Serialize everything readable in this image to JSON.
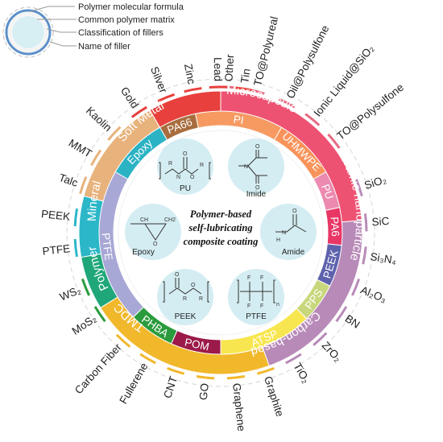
{
  "legend": {
    "items": [
      "Polymer molecular formula",
      "Common polymer matrix",
      "Classification of fillers",
      "Name of filler"
    ]
  },
  "center": {
    "title_line1": "Polymer-based",
    "title_line2": "self-lubricating",
    "title_line3": "composite coating"
  },
  "formulas": [
    {
      "name": "PU"
    },
    {
      "name": "Imide"
    },
    {
      "name": "Epoxy"
    },
    {
      "name": "Amide"
    },
    {
      "name": "PEEK"
    },
    {
      "name": "PTFE"
    }
  ],
  "atoms": {
    "carbon": "C",
    "nitrogen": "N",
    "oxygen": "O",
    "hydrogen": "H",
    "fluorine": "F",
    "r_group": "R",
    "h_bond": "H",
    "ch2": "CH2",
    "ch": "CH",
    "n_sub": "n"
  },
  "categories": [
    {
      "name": "Microcapsule",
      "color": "#ee5273"
    },
    {
      "name": "Ceramic nanoparticle",
      "color": "#b88ab8"
    },
    {
      "name": "Carbon-based",
      "color": "#f1b82c"
    },
    {
      "name": "TMDC",
      "color": "#1fa77a"
    },
    {
      "name": "Polymer",
      "color": "#2bb7c8"
    },
    {
      "name": "Mineral",
      "color": "#e8b27c"
    },
    {
      "name": "Soft Metal",
      "color": "#e8403c"
    }
  ],
  "matrices": [
    {
      "name": "UHMWPE",
      "color": "#f8935a"
    },
    {
      "name": "PU",
      "color": "#ec8ab0"
    },
    {
      "name": "PA6",
      "color": "#e83665"
    },
    {
      "name": "PEEK",
      "color": "#5e62ad"
    },
    {
      "name": "PPS",
      "color": "#c8d77c"
    },
    {
      "name": "ATSP",
      "color": "#f7e64f"
    },
    {
      "name": "POM",
      "color": "#9b1a4a"
    },
    {
      "name": "PHBA",
      "color": "#2a9b3c"
    },
    {
      "name": "PTFE",
      "color": "#a8a8d6"
    },
    {
      "name": "Epoxy",
      "color": "#2bb3c4"
    },
    {
      "name": "PA66",
      "color": "#a86d3e"
    },
    {
      "name": "PI",
      "color": "#f69a62"
    }
  ],
  "fillers": [
    {
      "name": "Other",
      "tick": "#e76a82"
    },
    {
      "name": "TO@Polyureal",
      "tick": "#e76a82"
    },
    {
      "name": "Oil@Polysulfone",
      "tick": "#e76a82"
    },
    {
      "name": "Ionic Liquid@SiO₂",
      "tick": "#e76a82"
    },
    {
      "name": "TO@Polysulfone",
      "tick": "#e76a82"
    },
    {
      "name": "SiO₂",
      "tick": "#b88ab8"
    },
    {
      "name": "SiC",
      "tick": "#b88ab8"
    },
    {
      "name": "Si₃N₄",
      "tick": "#b88ab8"
    },
    {
      "name": "Al₂O₃",
      "tick": "#b88ab8"
    },
    {
      "name": "BN",
      "tick": "#b88ab8"
    },
    {
      "name": "ZrO₂",
      "tick": "#b88ab8"
    },
    {
      "name": "TiO₂",
      "tick": "#b88ab8"
    },
    {
      "name": "Graphite",
      "tick": "#f1b82c"
    },
    {
      "name": "Graphene",
      "tick": "#f1b82c"
    },
    {
      "name": "GO",
      "tick": "#f1b82c"
    },
    {
      "name": "CNT",
      "tick": "#f1b82c"
    },
    {
      "name": "Fullerene",
      "tick": "#f1b82c"
    },
    {
      "name": "Carbon Fiber",
      "tick": "#f1b82c"
    },
    {
      "name": "MoS₂",
      "tick": "#2a9b3c"
    },
    {
      "name": "WS₂",
      "tick": "#2a9b3c"
    },
    {
      "name": "PTFE",
      "tick": "#2bb7c8"
    },
    {
      "name": "PEEK",
      "tick": "#2bb7c8"
    },
    {
      "name": "Talc",
      "tick": "#e8b27c"
    },
    {
      "name": "MMT",
      "tick": "#e8b27c"
    },
    {
      "name": "Kaolin",
      "tick": "#e8b27c"
    },
    {
      "name": "Gold",
      "tick": "#e8403c"
    },
    {
      "name": "Silver",
      "tick": "#e8403c"
    },
    {
      "name": "Zinc",
      "tick": "#e8403c"
    },
    {
      "name": "Lead",
      "tick": "#e8403c"
    },
    {
      "name": "Tin",
      "tick": "#e8403c"
    }
  ]
}
